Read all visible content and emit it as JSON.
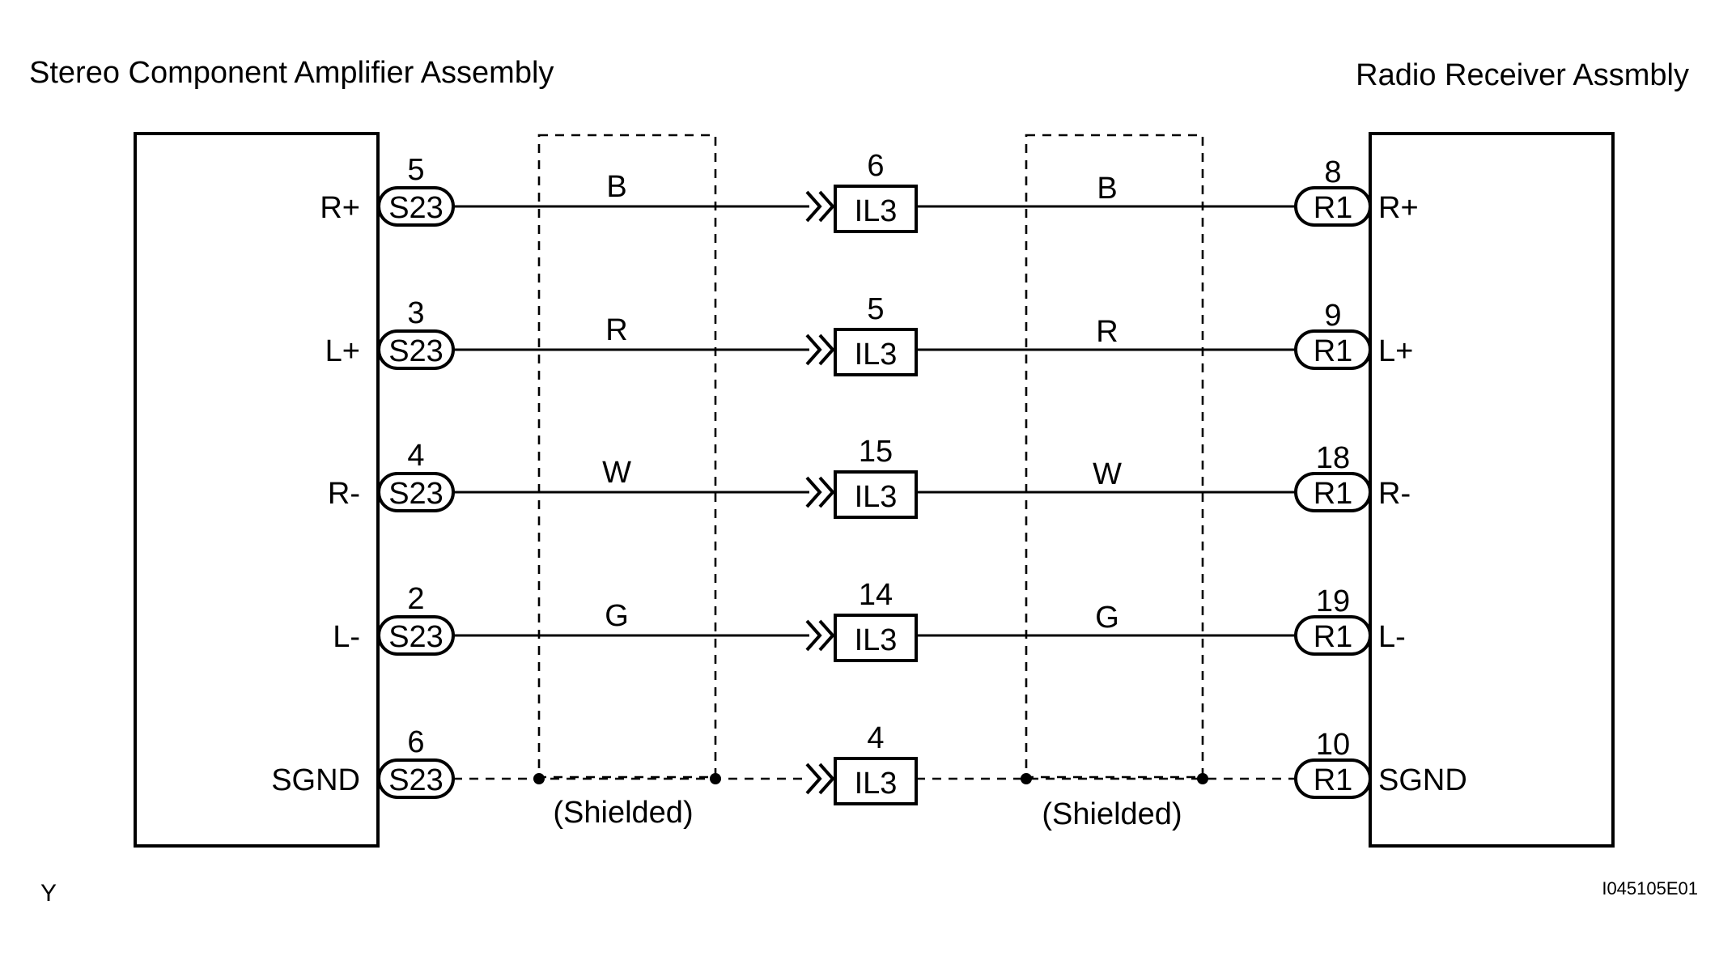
{
  "left_component": {
    "title": "Stereo Component Amplifier Assembly",
    "connector": "S23"
  },
  "right_component": {
    "title": "Radio Receiver Assmbly",
    "connector": "R1"
  },
  "junction_connector": "IL3",
  "shield_label": "(Shielded)",
  "circuits": [
    {
      "signal": "R+",
      "left_pin": "5",
      "junction_pin": "6",
      "right_pin": "8",
      "wire_color_left": "B",
      "wire_color_right": "B",
      "shielded": false
    },
    {
      "signal": "L+",
      "left_pin": "3",
      "junction_pin": "5",
      "right_pin": "9",
      "wire_color_left": "R",
      "wire_color_right": "R",
      "shielded": false
    },
    {
      "signal": "R-",
      "left_pin": "4",
      "junction_pin": "15",
      "right_pin": "18",
      "wire_color_left": "W",
      "wire_color_right": "W",
      "shielded": false
    },
    {
      "signal": "L-",
      "left_pin": "2",
      "junction_pin": "14",
      "right_pin": "19",
      "wire_color_left": "G",
      "wire_color_right": "G",
      "shielded": false
    },
    {
      "signal": "SGND",
      "left_pin": "6",
      "junction_pin": "4",
      "right_pin": "10",
      "wire_color_left": "",
      "wire_color_right": "",
      "shielded": true
    }
  ],
  "corner_label": "Y",
  "figure_id": "I045105E01"
}
